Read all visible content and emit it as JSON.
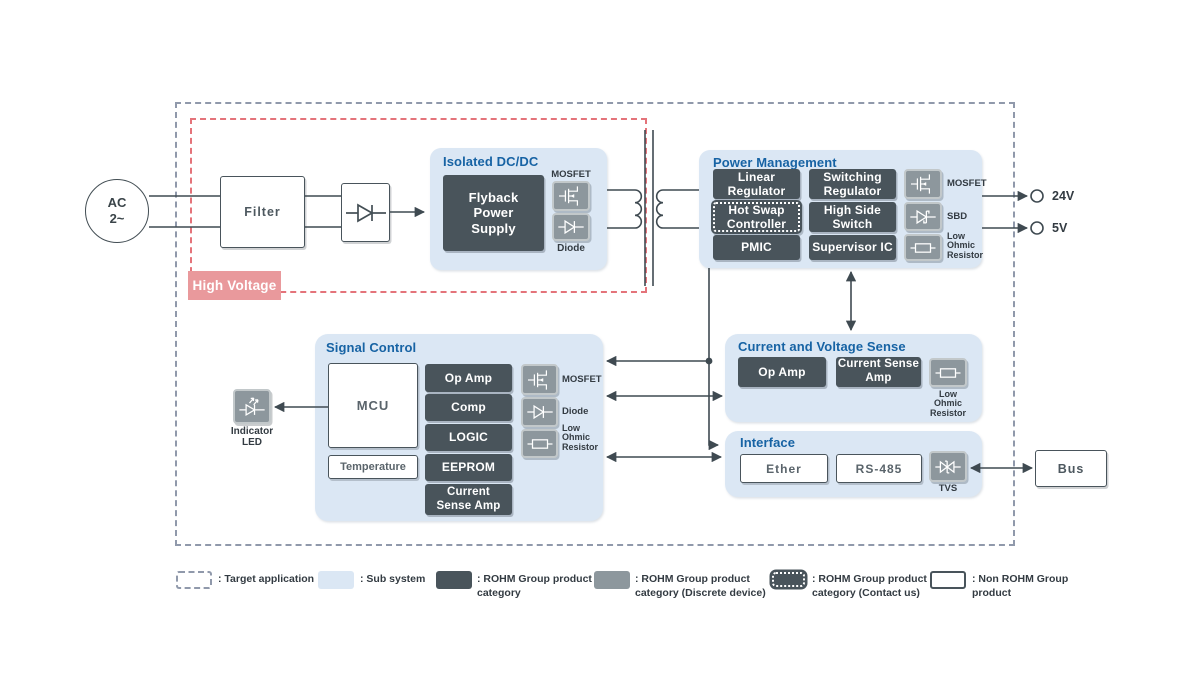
{
  "diagram": {
    "ac_source": {
      "label": "AC\n2~"
    },
    "filter": {
      "label": "Filter"
    },
    "high_voltage": {
      "label": "High Voltage"
    },
    "outputs": [
      {
        "label": "24V"
      },
      {
        "label": "5V"
      }
    ],
    "isolated_dcdc": {
      "title": "Isolated DC/DC",
      "flyback_label": "Flyback\nPower\nSupply",
      "mosfet_label": "MOSFET",
      "diode_label": "Diode"
    },
    "power_management": {
      "title": "Power Management",
      "linear_regulator": "Linear\nRegulator",
      "switching_regulator": "Switching\nRegulator",
      "hot_swap_controller": "Hot Swap\nController",
      "high_side_switch": "High Side\nSwitch",
      "pmic": "PMIC",
      "supervisor_ic": "Supervisor IC",
      "mosfet_label": "MOSFET",
      "sbd_label": "SBD",
      "resistor_label": "Low\nOhmic\nResistor"
    },
    "signal_control": {
      "title": "Signal Control",
      "mcu": "MCU",
      "temperature": "Temperature",
      "op_amp": "Op Amp",
      "comp": "Comp",
      "logic": "LOGIC",
      "eeprom": "EEPROM",
      "current_sense_amp": "Current\nSense Amp",
      "mosfet_label": "MOSFET",
      "diode_label": "Diode",
      "resistor_label": "Low\nOhmic\nResistor"
    },
    "indicator_led": {
      "label": "Indicator\nLED"
    },
    "current_voltage_sense": {
      "title": "Current and Voltage Sense",
      "op_amp": "Op Amp",
      "current_sense_amp": "Current Sense\nAmp",
      "resistor_label": "Low\nOhmic\nResistor"
    },
    "interface": {
      "title": "Interface",
      "ether": "Ether",
      "rs485": "RS-485",
      "tvs_label": "TVS"
    },
    "bus": {
      "label": "Bus"
    }
  },
  "legend": [
    {
      "label": ": Target application"
    },
    {
      "label": ": Sub system"
    },
    {
      "label": ": ROHM Group product\ncategory"
    },
    {
      "label": ": ROHM Group product\ncategory (Discrete device)"
    },
    {
      "label": ": ROHM Group product\ncategory (Contact us)"
    },
    {
      "label": ": Non ROHM Group\nproduct"
    }
  ],
  "colors": {
    "subsystem_panel": "#dbe7f4",
    "rohm_category_box": "#49545b",
    "discrete_device_box": "#8d979d",
    "section_title": "#1763a4",
    "high_voltage_fill": "#e9999c",
    "high_voltage_border": "#e4737a",
    "target_border": "#9099ab",
    "wire": "#3f4a51"
  }
}
